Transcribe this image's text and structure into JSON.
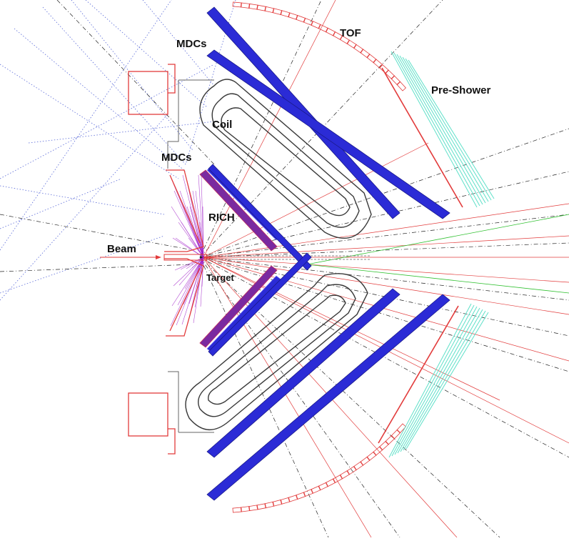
{
  "labels": {
    "mdcs_outer": "MDCs",
    "tof": "TOF",
    "pre_shower": "Pre-Shower",
    "coil": "Coil",
    "mdcs_inner": "MDCs",
    "rich": "RICH",
    "beam": "Beam",
    "target": "Target"
  },
  "colors": {
    "background": "#ffffff",
    "mdc_blue": "#2b2bd6",
    "detector_red": "#e23b3b",
    "rich_magenta": "#a020c8",
    "shower_cyan": "#5ee0c8",
    "coil_gray": "#3a3a3a",
    "track_blue": "#5a6ad8",
    "track_black": "#222222",
    "track_green": "#30c030"
  }
}
